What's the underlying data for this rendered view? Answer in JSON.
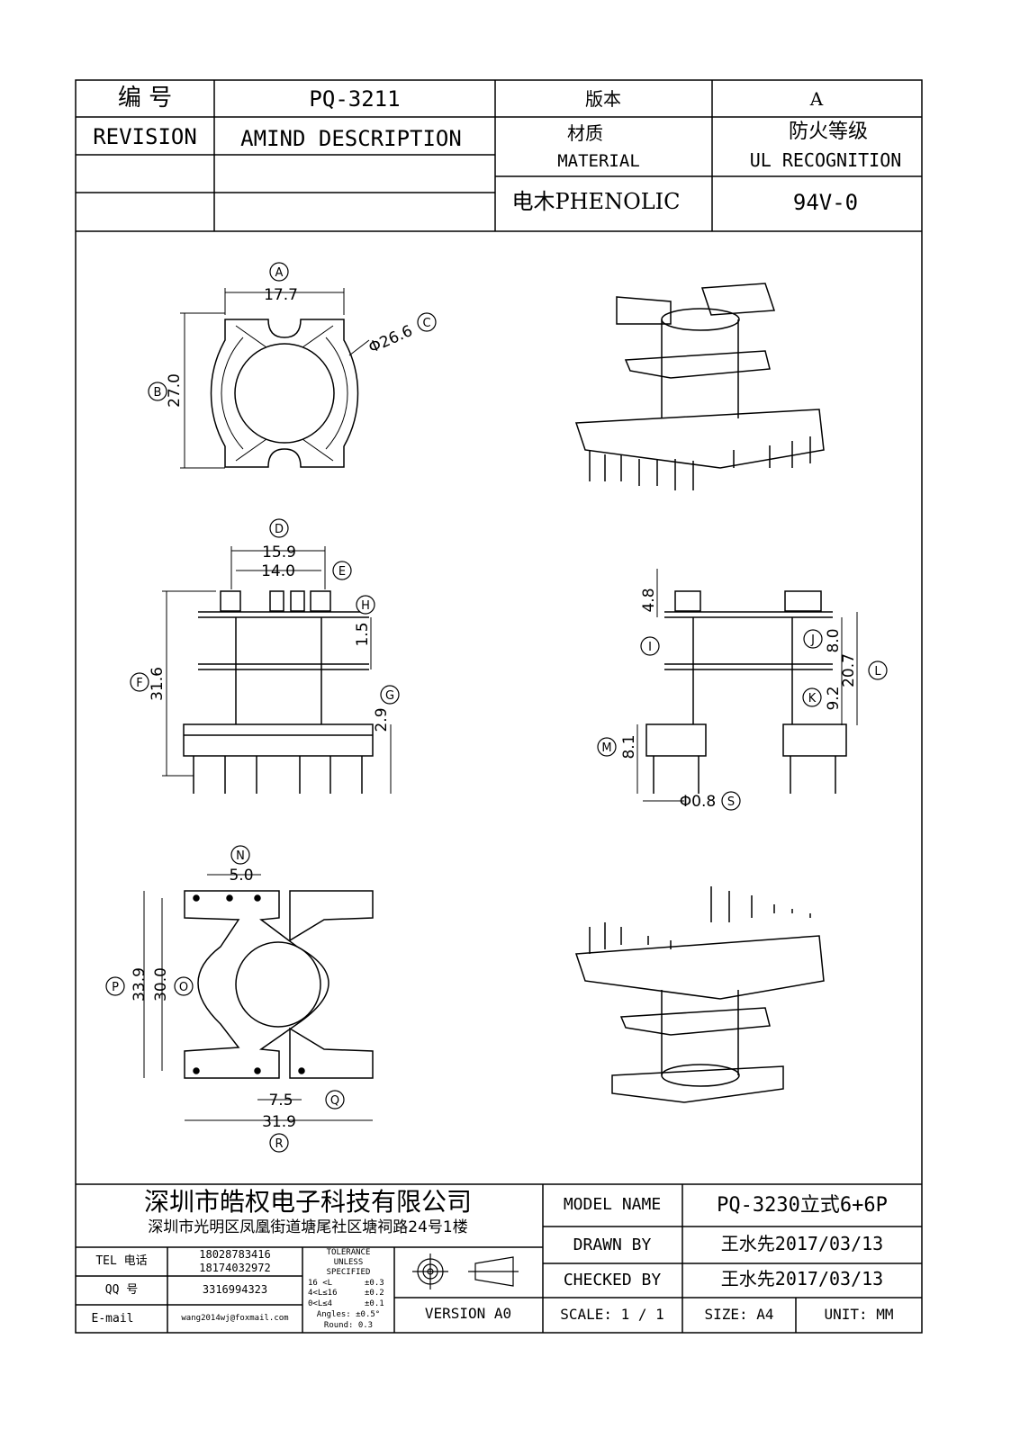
{
  "header": {
    "number_label": "编  号",
    "number_value": "PQ-3211",
    "version_label": "版本",
    "version_value": "A",
    "revision_label": "REVISION",
    "amend_label": "AMIND DESCRIPTION",
    "material_label_cn": "材质",
    "material_label_en": "MATERIAL",
    "ul_label_cn": "防火等级",
    "ul_label_en": "UL RECOGNITION",
    "material_value": "电木PHENOLIC",
    "ul_value": "94V-0"
  },
  "dimensions": {
    "A": "A",
    "B": "B",
    "C": "C",
    "D": "D",
    "E": "E",
    "F": "F",
    "G": "G",
    "H": "H",
    "I": "I",
    "J": "J",
    "K": "K",
    "L": "L",
    "M": "M",
    "N": "N",
    "O": "O",
    "P": "P",
    "Q": "Q",
    "R": "R",
    "S": "S",
    "A_val": "17.7",
    "B_val": "27.0",
    "C_val": "Φ26.6",
    "D_val": "15.9",
    "E_val": "14.0",
    "F_val": "31.6",
    "G_val": "2.9",
    "H_val": "1.5",
    "I_val": "4.8",
    "J_val": "8.0",
    "K_val": "9.2",
    "L_val": "20.7",
    "M_val": "8.1",
    "S_val": "Φ0.8",
    "N_val": "5.0",
    "O_val": "30.0",
    "P_val": "33.9",
    "Q_val": "7.5",
    "R_val": "31.9"
  },
  "footer": {
    "company": "深圳市皓权电子科技有限公司",
    "address": "深圳市光明区凤凰街道塘尾社区塘祠路24号1楼",
    "tel_label": "TEL 电话",
    "tel_1": "18028783416",
    "tel_2": "18174032972",
    "qq_label": "QQ  号",
    "qq_value": "3316994323",
    "email_label": "E-mail",
    "email_value": "wang2014wj@foxmail.com",
    "tol_title_1": "TOLERANCE",
    "tol_title_2": "UNLESS",
    "tol_title_3": "SPECIFIED",
    "tol_r1_a": "16 <L",
    "tol_r1_b": "±0.3",
    "tol_r2_a": "4<L≤16",
    "tol_r2_b": "±0.2",
    "tol_r3_a": "0<L≤4",
    "tol_r3_b": "±0.1",
    "tol_angles": "Angles: ±0.5°",
    "tol_round": "Round: 0.3",
    "version": "VERSION A0",
    "model_label": "MODEL NAME",
    "model_value": "PQ-3230立式6+6P",
    "drawn_label": "DRAWN BY",
    "drawn_value": "王水先2017/03/13",
    "checked_label": "CHECKED BY",
    "checked_value": "王水先2017/03/13",
    "scale": "SCALE: 1 / 1",
    "size": "SIZE: A4",
    "unit": "UNIT: MM"
  }
}
